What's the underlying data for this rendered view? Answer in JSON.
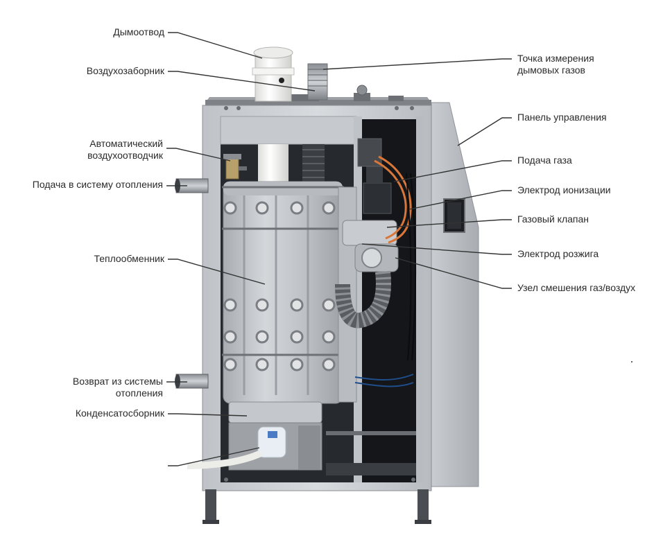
{
  "diagram": {
    "labels_left": {
      "flue": "Дымоотвод",
      "air_intake": "Воздухозаборник",
      "air_vent_1": "Автоматический",
      "air_vent_2": "воздухоотводчик",
      "supply": "Подача в систему отопления",
      "heat_exchanger": "Теплообменник",
      "return_1": "Возврат из системы",
      "return_2": "отопления",
      "condensate": "Конденсатосборник"
    },
    "labels_right": {
      "measure_1": "Точка измерения",
      "measure_2": "дымовых газов",
      "control_panel": "Панель управления",
      "gas_supply": "Подача газа",
      "ionization": "Электрод ионизации",
      "gas_valve": "Газовый клапан",
      "ignition": "Электрод розжига",
      "mixing_unit": "Узел смешения газ/воздух"
    }
  },
  "colors": {
    "casing": "#cfd2d6",
    "casing_dark": "#9ea3a9",
    "interior": "#14161a",
    "aluminum": "#c3c6ca",
    "pipe_white": "#f2f2f0",
    "wire_orange": "#d9773a",
    "label_text": "#2a2a2a",
    "leader": "#333333"
  }
}
